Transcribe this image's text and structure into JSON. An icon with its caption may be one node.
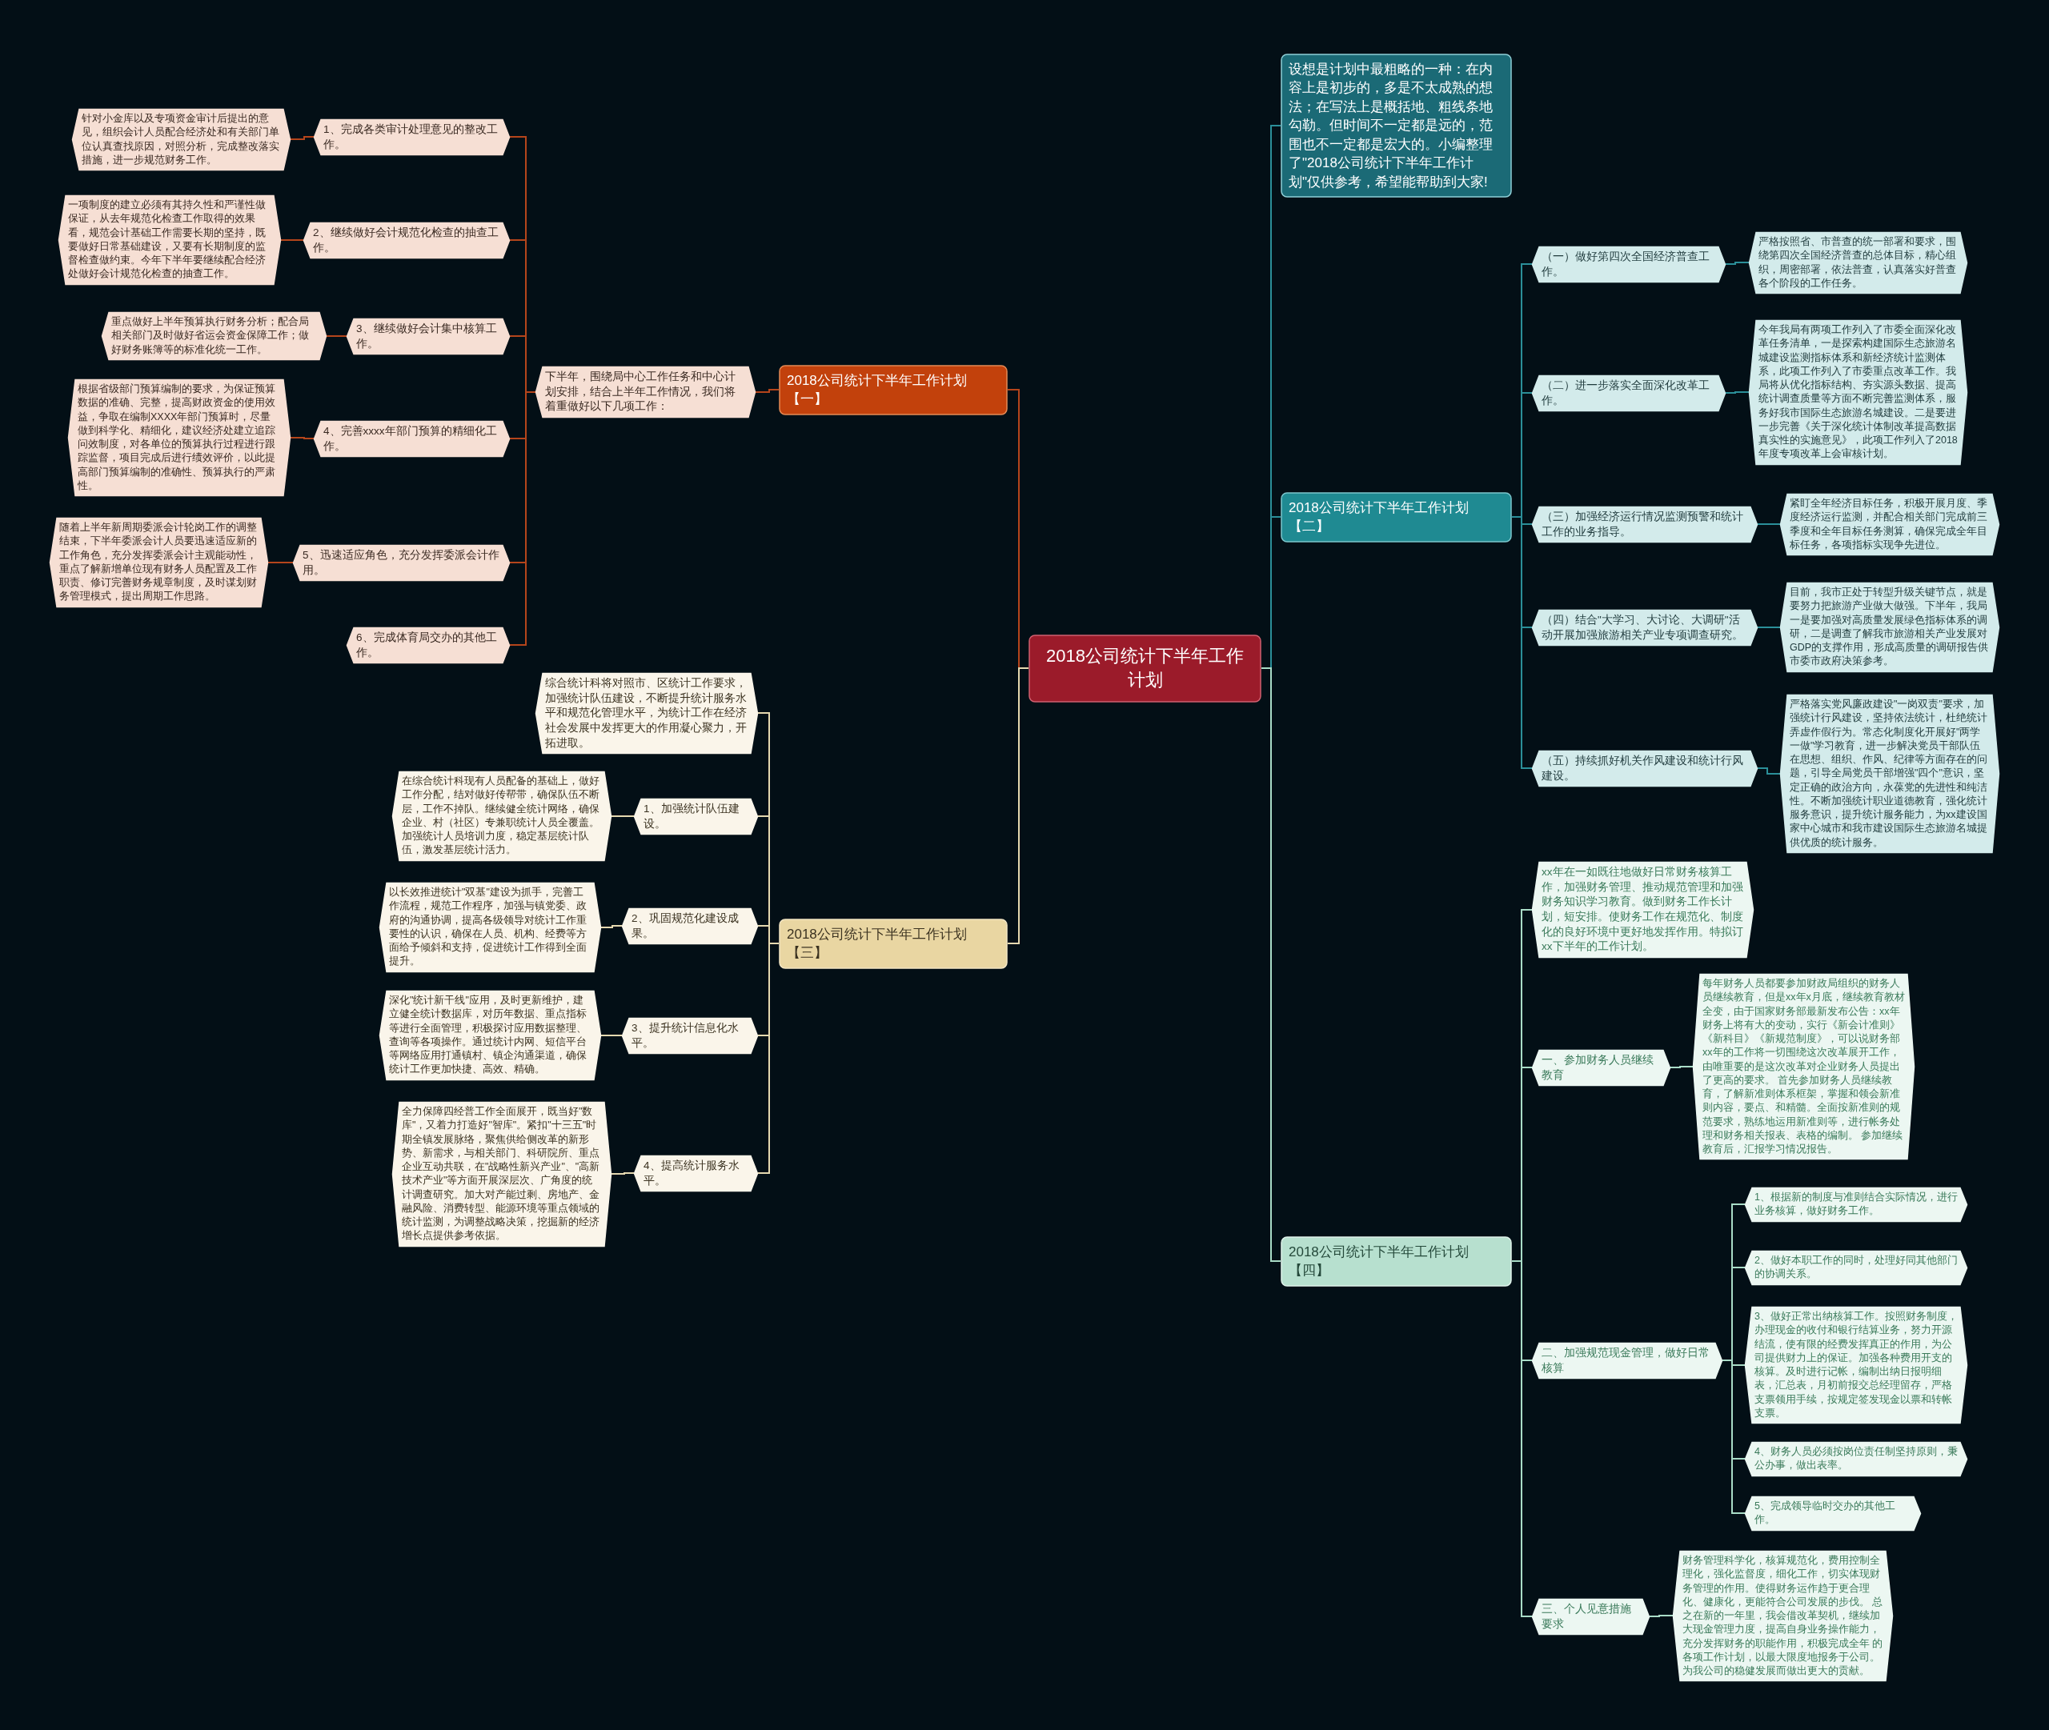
{
  "diagram": {
    "nodes": [
      {
        "text": [
          "2018公司统计下半年工作计划"
        ]
      },
      {
        "text": [
          "2018公司统计下半年工作计划【一】"
        ]
      },
      {
        "text": [
          "下半年，围绕局中心工作任务和中心计划安排，结合上半年工作情况，我们将着重做好以下几项工作："
        ]
      },
      {
        "text": [
          "1、完成各类审计处理意见的整改工作。"
        ]
      },
      {
        "text": [
          "针对小金库以及专项资金审计后提出的意见，组织会计人员配合经济处和有关部门单位认真查找原因，对照分析，完成整改落实措施，进一步规范财务工作。"
        ]
      },
      {
        "text": [
          "2、继续做好会计规范化检查的抽查工作。"
        ]
      },
      {
        "text": [
          "一项制度的建立必须有其持久性和严谨性做保证，从去年规范化检查工作取得的效果看，规范会计基础工作需要长期的坚持，既要做好日常基础建设，又要有长期制度的监督检查做约束。今年下半年要继续配合经济处做好会计规范化检查的抽查工作。"
        ]
      },
      {
        "text": [
          "3、继续做好会计集中核算工作。"
        ]
      },
      {
        "text": [
          "重点做好上半年预算执行财务分析；配合局相关部门及时做好省运会资金保障工作；做好财务账簿等的标准化统一工作。"
        ]
      },
      {
        "text": [
          "4、完善xxxx年部门预算的精细化工作。"
        ]
      },
      {
        "text": [
          "根据省级部门预算编制的要求，为保证预算数据的准确、完整，提高财政资金的使用效益，争取在编制XXXX年部门预算时，尽量做到科学化、精细化，建议经济处建立追踪问效制度，对各单位的预算执行过程进行跟踪监督，项目完成后进行绩效评价，以此提高部门预算编制的准确性、预算执行的严肃性。"
        ]
      },
      {
        "text": [
          "5、迅速适应角色，充分发挥委派会计作用。"
        ]
      },
      {
        "text": [
          "随着上半年新周期委派会计轮岗工作的调整结束，下半年委派会计人员要迅速适应新的工作角色，充分发挥委派会计主观能动性，重点了解新增单位现有财务人员配置及工作职责、修订完善财务规章制度，及时谋划财务管理模式，提出周期工作思路。"
        ]
      },
      {
        "text": [
          "6、完成体育局交办的其他工作。"
        ]
      },
      {
        "text": [
          "2018公司统计下半年工作计划【三】"
        ]
      },
      {
        "text": [
          "综合统计科将对照市、区统计工作要求，加强统计队伍建设，不断提升统计服务水平和规范化管理水平，为统计工作在经济社会发展中发挥更大的作用凝心聚力，开拓进取。"
        ]
      },
      {
        "text": [
          "1、加强统计队伍建设。"
        ]
      },
      {
        "text": [
          "在综合统计科现有人员配备的基础上，做好工作分配，结对做好传帮带，确保队伍不断层，工作不掉队。继续健全统计网络，确保企业、村（社区）专兼职统计人员全覆盖。加强统计人员培训力度，稳定基层统计队伍，激发基层统计活力。"
        ]
      },
      {
        "text": [
          "2、巩固规范化建设成果。"
        ]
      },
      {
        "text": [
          "以长效推进统计\"双基\"建设为抓手，完善工作流程，规范工作程序，加强与镇党委、政府的沟通协调，提高各级领导对统计工作重要性的认识，确保在人员、机构、经费等方面给予倾斜和支持，促进统计工作得到全面提升。"
        ]
      },
      {
        "text": [
          "3、提升统计信息化水平。"
        ]
      },
      {
        "text": [
          "深化\"统计新干线\"应用，及时更新维护，建立健全统计数据库，对历年数据、重点指标等进行全面管理，积极探讨应用数据整理、查询等各项操作。通过统计内网、短信平台等网络应用打通镇村、镇企沟通渠道，确保统计工作更加快捷、高效、精确。"
        ]
      },
      {
        "text": [
          "4、提高统计服务水平。"
        ]
      },
      {
        "text": [
          "全力保障四经普工作全面展开，既当好\"数库\"，又着力打造好\"智库\"。紧扣\"十三五\"时期全镇发展脉络，聚焦供给侧改革的新形势、新需求，与相关部门、科研院所、重点企业互动共联，在\"战略性新兴产业\"、\"高新技术产业\"等方面开展深层次、广角度的统计调查研究。加大对产能过剩、房地产、金融风险、消费转型、能源环境等重点领域的统计监测，为调整战略决策，挖掘新的经济增长点提供参考依据。"
        ]
      },
      {
        "text": [
          "设想是计划中最粗略的一种：在内容上是初步的，多是不太成熟的想法；在写法上是概括地、粗线条地勾勒。但时间不一定都是远的，范围也不一定都是宏大的。小编整理了\"2018公司统计下半年工作计划\"仅供参考，希望能帮助到大家!"
        ]
      },
      {
        "text": [
          "2018公司统计下半年工作计划【二】"
        ]
      },
      {
        "text": [
          "（一）做好第四次全国经济普查工作。"
        ]
      },
      {
        "text": [
          "严格按照省、市普查的统一部署和要求，围绕第四次全国经济普查的总体目标，精心组织，周密部署，依法普查，认真落实好普查各个阶段的工作任务。"
        ]
      },
      {
        "text": [
          "（二）进一步落实全面深化改革工作。"
        ]
      },
      {
        "text": [
          "今年我局有两项工作列入了市委全面深化改革任务清单，一是探索构建国际生态旅游名城建设监测指标体系和新经济统计监测体系，此项工作列入了市委重点改革工作。我局将从优化指标结构、夯实源头数据、提高统计调查质量等方面不断完善监测体系，服务好我市国际生态旅游名城建设。二是要进一步完善《关于深化统计体制改革提高数据真实性的实施意见》，此项工作列入了2018年度专项改革上会审核计划。"
        ]
      },
      {
        "text": [
          "（三）加强经济运行情况监测预警和统计工作的业务指导。"
        ]
      },
      {
        "text": [
          "紧盯全年经济目标任务，积极开展月度、季度经济运行监测，并配合相关部门完成前三季度和全年目标任务测算，确保完成全年目标任务，各项指标实现争先进位。"
        ]
      },
      {
        "text": [
          "（四）结合\"大学习、大讨论、大调研\"活动开展加强旅游相关产业专项调查研究。"
        ]
      },
      {
        "text": [
          "目前，我市正处于转型升级关键节点，就是要努力把旅游产业做大做强。下半年，我局一是要加强对高质量发展绿色指标体系的调研，二是调查了解我市旅游相关产业发展对GDP的支撑作用，形成高质量的调研报告供市委市政府决策参考。"
        ]
      },
      {
        "text": [
          "（五）持续抓好机关作风建设和统计行风建设。"
        ]
      },
      {
        "text": [
          "严格落实党风廉政建设\"一岗双责\"要求，加强统计行风建设，坚持依法统计，杜绝统计弄虚作假行为。常态化制度化开展好\"两学一做\"学习教育，进一步解决党员干部队伍在思想、组织、作风、纪律等方面存在的问题，引导全局党员干部增强\"四个\"意识，坚定正确的政治方向，永葆党的先进性和纯洁性。不断加强统计职业道德教育，强化统计服务意识，提升统计服务能力，为xx建设国家中心城市和我市建设国际生态旅游名城提供优质的统计服务。"
        ]
      },
      {
        "text": [
          "2018公司统计下半年工作计划【四】"
        ]
      },
      {
        "text": [
          "xx年在一如既往地做好日常财务核算工作，加强财务管理、推动规范管理和加强财务知识学习教育。做到财务工作长计划，短安排。使财务工作在规范化、制度化的良好环境中更好地发挥作用。特拟订xx下半年的工作计划。"
        ]
      },
      {
        "text": [
          "一、参加财务人员继续教育"
        ]
      },
      {
        "text": [
          "每年财务人员都要参加财政局组织的财务人员继续教育，但是xx年x月底，继续教育教材全变，由于国家财务部最新发布公告：xx年财务上将有大的变动，实行《新会计准则》《新科目》《新规范制度》，可以说财务部xx年的工作将一切围绕这次改革展开工作，由唯重要的是这次改革对企业财务人员提出了更高的要求。 首先参加财务人员继续教育，了解新准则体系框架，掌握和领会新准则内容，要点、和精髓。全面按新准则的规范要求，熟练地运用新准则等，进行帐务处理和财务相关报表、表格的编制。 参加继续教育后，汇报学习情况报告。"
        ]
      },
      {
        "text": [
          "二、加强规范现金管理，做好日常核算"
        ]
      },
      {
        "text": [
          "1、根据新的制度与准则结合实际情况，进行业务核算，做好财务工作。"
        ]
      },
      {
        "text": [
          "2、做好本职工作的同时，处理好同其他部门的协调关系。"
        ]
      },
      {
        "text": [
          "3、做好正常出纳核算工作。按照财务制度，办理现金的收付和银行结算业务，努力开源结流，使有限的经费发挥真正的作用，为公司提供财力上的保证。加强各种费用开支的核算。及时进行记帐，编制出纳日报明细表，汇总表，月初前报交总经理留存，严格支票领用手续，按规定签发现金以票和转帐支票。"
        ]
      },
      {
        "text": [
          "4、财务人员必须按岗位责任制坚持原则，秉公办事，做出表率。"
        ]
      },
      {
        "text": [
          "5、完成领导临时交办的其他工作。"
        ]
      },
      {
        "text": [
          "三、个人见意措施要求"
        ]
      },
      {
        "text": [
          "财务管理科学化，核算规范化，费用控制全理化，强化监督度，细化工作，切实体现财务管理的作用。使得财务运作趋于更合理化、健康化，更能符合公司发展的步伐。 总之在新的一年里，我会借改革契机，继续加大现金管理力度，提高自身业务操作能力，充分发挥财务的职能作用，积极完成全年 的各项工作计划，以最大限度地报务于公司。为我公司的稳健发展而做出更大的贡献。"
        ]
      }
    ],
    "edges": [
      {
        "from": 0,
        "to": 1,
        "arrow": "none",
        "color": "#b5451b"
      },
      {
        "from": 0,
        "to": 14,
        "arrow": "none",
        "color": "#e6d9b0"
      },
      {
        "from": 0,
        "to": 24,
        "arrow": "none",
        "color": "#2b8f99"
      },
      {
        "from": 0,
        "to": 25,
        "arrow": "none",
        "color": "#2b8f99"
      },
      {
        "from": 0,
        "to": 36,
        "arrow": "none",
        "color": "#a9dcc7"
      },
      {
        "from": 1,
        "to": 2,
        "arrow": "none",
        "color": "#b5451b"
      },
      {
        "from": 2,
        "to": 3,
        "arrow": "none",
        "color": "#b5451b"
      },
      {
        "from": 2,
        "to": 5,
        "arrow": "none",
        "color": "#b5451b"
      },
      {
        "from": 2,
        "to": 7,
        "arrow": "none",
        "color": "#b5451b"
      },
      {
        "from": 2,
        "to": 9,
        "arrow": "none",
        "color": "#b5451b"
      },
      {
        "from": 2,
        "to": 11,
        "arrow": "none",
        "color": "#b5451b"
      },
      {
        "from": 2,
        "to": 13,
        "arrow": "none",
        "color": "#b5451b"
      },
      {
        "from": 3,
        "to": 4,
        "arrow": "none",
        "color": "#b5451b"
      },
      {
        "from": 5,
        "to": 6,
        "arrow": "none",
        "color": "#b5451b"
      },
      {
        "from": 7,
        "to": 8,
        "arrow": "none",
        "color": "#b5451b"
      },
      {
        "from": 9,
        "to": 10,
        "arrow": "none",
        "color": "#b5451b"
      },
      {
        "from": 11,
        "to": 12,
        "arrow": "none",
        "color": "#b5451b"
      },
      {
        "from": 14,
        "to": 15,
        "arrow": "none",
        "color": "#e6d9b0"
      },
      {
        "from": 14,
        "to": 16,
        "arrow": "none",
        "color": "#e6d9b0"
      },
      {
        "from": 14,
        "to": 18,
        "arrow": "none",
        "color": "#e6d9b0"
      },
      {
        "from": 14,
        "to": 20,
        "arrow": "none",
        "color": "#e6d9b0"
      },
      {
        "from": 14,
        "to": 22,
        "arrow": "none",
        "color": "#e6d9b0"
      },
      {
        "from": 16,
        "to": 17,
        "arrow": "none",
        "color": "#e6d9b0"
      },
      {
        "from": 18,
        "to": 19,
        "arrow": "none",
        "color": "#e6d9b0"
      },
      {
        "from": 20,
        "to": 21,
        "arrow": "none",
        "color": "#e6d9b0"
      },
      {
        "from": 22,
        "to": 23,
        "arrow": "none",
        "color": "#e6d9b0"
      },
      {
        "from": 25,
        "to": 26,
        "arrow": "none",
        "color": "#2b8f99"
      },
      {
        "from": 25,
        "to": 28,
        "arrow": "none",
        "color": "#2b8f99"
      },
      {
        "from": 25,
        "to": 30,
        "arrow": "none",
        "color": "#2b8f99"
      },
      {
        "from": 25,
        "to": 32,
        "arrow": "none",
        "color": "#2b8f99"
      },
      {
        "from": 25,
        "to": 34,
        "arrow": "none",
        "color": "#2b8f99"
      },
      {
        "from": 26,
        "to": 27,
        "arrow": "none",
        "color": "#2b8f99"
      },
      {
        "from": 28,
        "to": 29,
        "arrow": "none",
        "color": "#2b8f99"
      },
      {
        "from": 30,
        "to": 31,
        "arrow": "none",
        "color": "#2b8f99"
      },
      {
        "from": 32,
        "to": 33,
        "arrow": "none",
        "color": "#2b8f99"
      },
      {
        "from": 34,
        "to": 35,
        "arrow": "none",
        "color": "#2b8f99"
      },
      {
        "from": 36,
        "to": 37,
        "arrow": "none",
        "color": "#a9dcc7"
      },
      {
        "from": 36,
        "to": 38,
        "arrow": "none",
        "color": "#a9dcc7"
      },
      {
        "from": 36,
        "to": 40,
        "arrow": "none",
        "color": "#a9dcc7"
      },
      {
        "from": 36,
        "to": 46,
        "arrow": "none",
        "color": "#a9dcc7"
      },
      {
        "from": 38,
        "to": 39,
        "arrow": "none",
        "color": "#a9dcc7"
      },
      {
        "from": 40,
        "to": 41,
        "arrow": "none",
        "color": "#a9dcc7"
      },
      {
        "from": 40,
        "to": 42,
        "arrow": "none",
        "color": "#a9dcc7"
      },
      {
        "from": 40,
        "to": 43,
        "arrow": "none",
        "color": "#a9dcc7"
      },
      {
        "from": 40,
        "to": 44,
        "arrow": "none",
        "color": "#a9dcc7"
      },
      {
        "from": 40,
        "to": 45,
        "arrow": "none",
        "color": "#a9dcc7"
      },
      {
        "from": 46,
        "to": 47,
        "arrow": "none",
        "color": "#a9dcc7"
      }
    ]
  }
}
